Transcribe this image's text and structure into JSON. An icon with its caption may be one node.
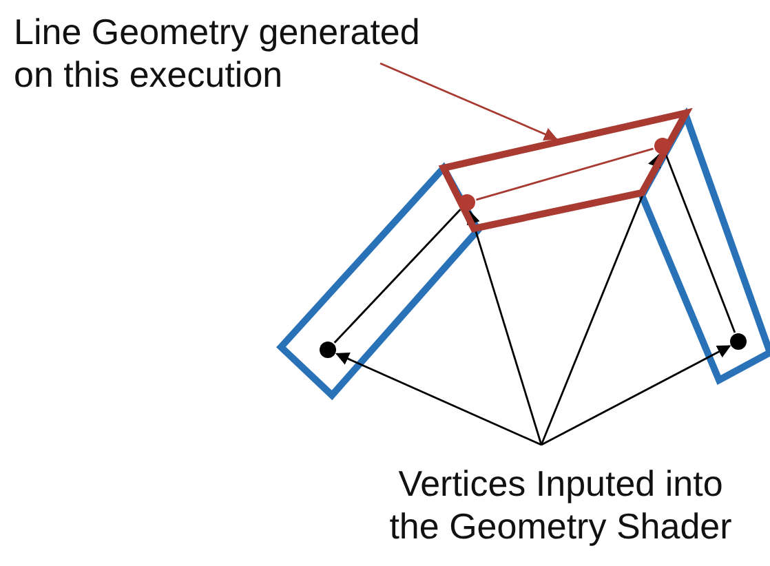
{
  "diagram": {
    "nodes": [
      {
        "text": [
          "Line Geometry generated on this execution"
        ]
      },
      {
        "text": [],
        "shape": "box"
      },
      {
        "text": [
          "Vertices Inputed into the Geometry Shader"
        ]
      },
      {
        "text": [],
        "shape": "circle"
      },
      {
        "text": [],
        "shape": "circle",
        "in": 1
      },
      {
        "text": [],
        "shape": "circle",
        "in": 1
      },
      {
        "text": [],
        "shape": "circle"
      }
    ],
    "edges": [
      {
        "from": 0,
        "to": 1,
        "arrow": "to",
        "color": "#a83a32"
      },
      {
        "from": 2,
        "to": 3,
        "arrow": "to"
      },
      {
        "from": 2,
        "to": 4,
        "arrow": "to"
      },
      {
        "from": 2,
        "to": 5,
        "arrow": "to"
      },
      {
        "from": 2,
        "to": 6,
        "arrow": "to"
      },
      {
        "from": 3,
        "to": 4,
        "arrow": "none"
      },
      {
        "from": 4,
        "to": 5,
        "arrow": "none",
        "color": "#a83a32"
      },
      {
        "from": 5,
        "to": 6,
        "arrow": "none"
      }
    ]
  }
}
